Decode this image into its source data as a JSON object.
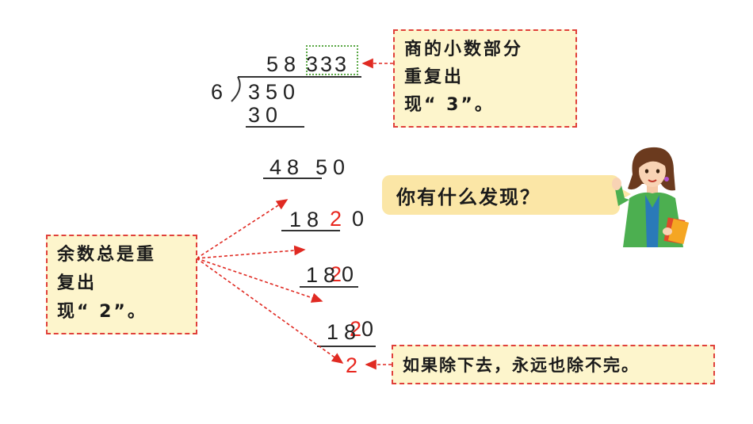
{
  "division": {
    "divisor": "6",
    "quotient_prefix": "58",
    "quotient_repeat": "333",
    "dividend": "350",
    "steps": [
      {
        "product": "30",
        "remainder_head": "5",
        "remainder_tail": "0"
      },
      {
        "product": "48",
        "remainder_head": "2",
        "remainder_tail": "0"
      },
      {
        "product": "18",
        "remainder_head": "2",
        "remainder_tail": "0"
      },
      {
        "product": "18",
        "remainder_head": "2",
        "remainder_tail": "0"
      },
      {
        "product": "18",
        "remainder_head": "2",
        "remainder_tail": ""
      }
    ]
  },
  "notes": {
    "quotient_note": [
      "商的小数部分",
      "重复出",
      "现“ 3”。"
    ],
    "remainder_note": [
      "余数总是重",
      "复出",
      "现“ 2”。"
    ],
    "endless_note": "如果除下去，永远也除不完。"
  },
  "teacher": {
    "question": "你有什么发现？"
  },
  "colors": {
    "note_fill": "#fdf5cc",
    "note_border": "#e0403a",
    "bubble_fill": "#fbe6a6",
    "highlight_red": "#e8271f",
    "quotient_box": "#5aa845"
  }
}
